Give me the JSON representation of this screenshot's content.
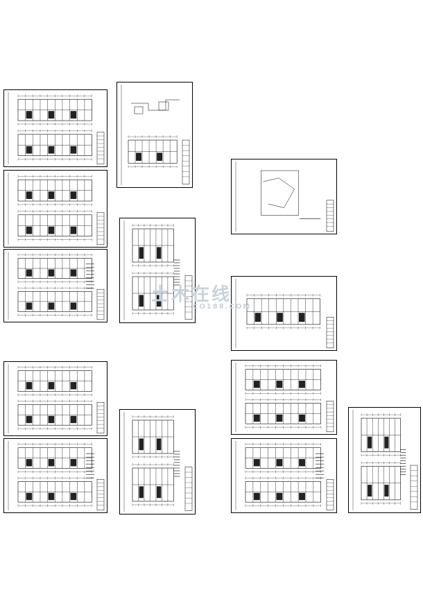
{
  "document": {
    "watermark_text": "土木在线",
    "watermark_sub": "CO188.COM",
    "sheets": [
      {
        "id": "s1",
        "type": "plan-wide"
      },
      {
        "id": "s2",
        "type": "site-tall"
      },
      {
        "id": "s3",
        "type": "plan-wide"
      },
      {
        "id": "s4",
        "type": "plan-wide-legend"
      },
      {
        "id": "s5",
        "type": "plan-tall"
      },
      {
        "id": "s6",
        "type": "site-wide"
      },
      {
        "id": "s7",
        "type": "plan-wide-single"
      },
      {
        "id": "s8",
        "type": "plan-wide"
      },
      {
        "id": "s9",
        "type": "plan-wide-legend"
      },
      {
        "id": "s10",
        "type": "plan-tall"
      },
      {
        "id": "s11",
        "type": "plan-wide"
      },
      {
        "id": "s12",
        "type": "plan-wide-legend"
      },
      {
        "id": "s13",
        "type": "plan-tall"
      }
    ]
  }
}
